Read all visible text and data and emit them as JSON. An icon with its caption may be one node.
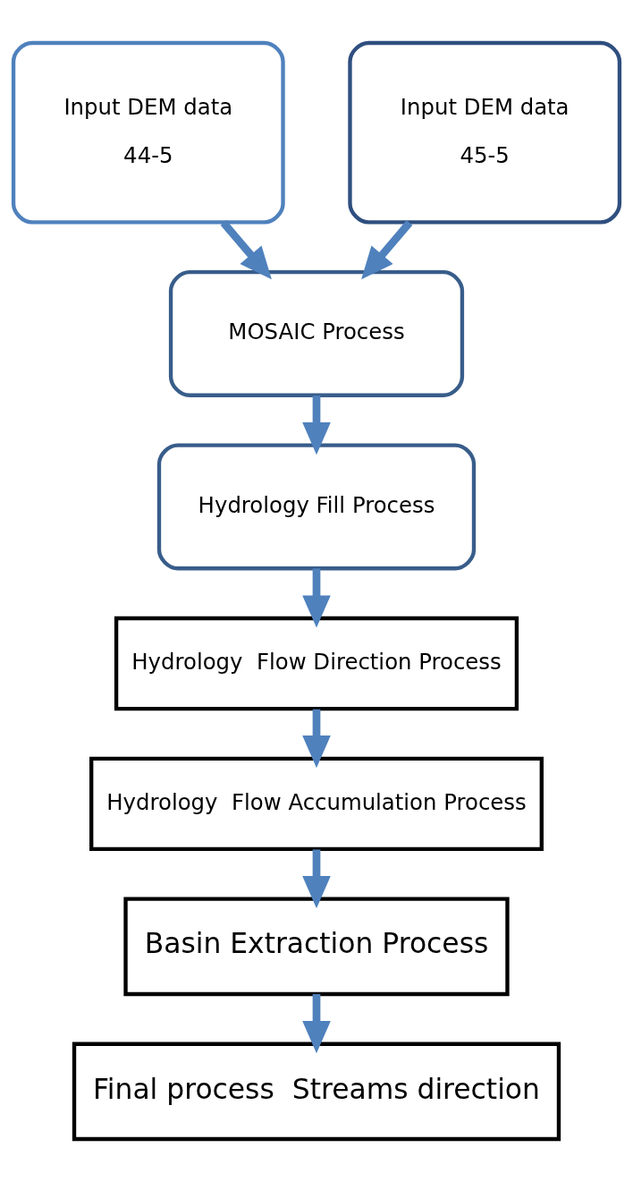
{
  "diagram": {
    "nodes": [
      {
        "text": [
          "Input DEM data",
          "44-5"
        ]
      },
      {
        "text": [
          "Input DEM data",
          "45-5"
        ]
      },
      {
        "text": [
          "MOSAIC Process"
        ]
      },
      {
        "text": [
          "Hydrology Fill Process"
        ]
      },
      {
        "text": [
          "Hydrology  Flow Direction Process"
        ]
      },
      {
        "text": [
          "Hydrology  Flow Accumulation Process"
        ]
      },
      {
        "text": [
          "Basin Extraction Process"
        ]
      },
      {
        "text": [
          "Final process  Streams direction"
        ]
      }
    ],
    "edges": [
      {
        "from": 0,
        "to": 2,
        "arrow": "to"
      },
      {
        "from": 1,
        "to": 2,
        "arrow": "to"
      },
      {
        "from": 2,
        "to": 3,
        "arrow": "to"
      },
      {
        "from": 3,
        "to": 4,
        "arrow": "to"
      },
      {
        "from": 4,
        "to": 5,
        "arrow": "to"
      },
      {
        "from": 5,
        "to": 6,
        "arrow": "to"
      },
      {
        "from": 6,
        "to": 7,
        "arrow": "to"
      }
    ]
  }
}
